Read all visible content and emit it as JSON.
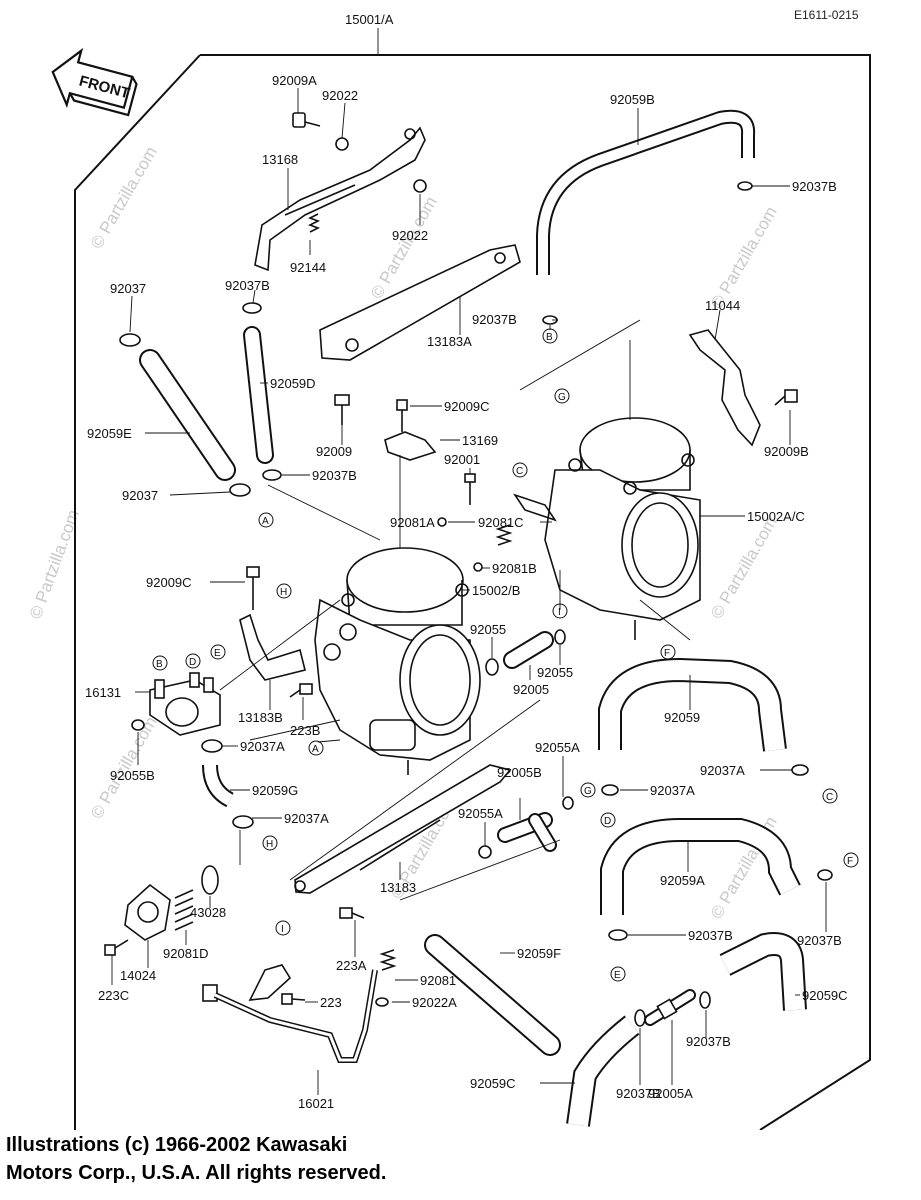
{
  "drawing_code": "E1611-0215",
  "assembly_label": "15001/A",
  "front_label": "FRONT",
  "watermark": "© Partzilla.com",
  "copyright": {
    "line1": "Illustrations (c) 1966-2002 Kawasaki",
    "line2": "Motors Corp., U.S.A.  All rights reserved."
  },
  "labels": [
    {
      "id": "92009A",
      "text": "92009A"
    },
    {
      "id": "92022a",
      "text": "92022"
    },
    {
      "id": "13168",
      "text": "13168"
    },
    {
      "id": "92022b",
      "text": "92022"
    },
    {
      "id": "92144",
      "text": "92144"
    },
    {
      "id": "92059B",
      "text": "92059B"
    },
    {
      "id": "92037B_tr",
      "text": "92037B"
    },
    {
      "id": "92037",
      "text": "92037"
    },
    {
      "id": "92037B_a",
      "text": "92037B"
    },
    {
      "id": "92037B_b",
      "text": "92037B"
    },
    {
      "id": "13183A",
      "text": "13183A"
    },
    {
      "id": "11044",
      "text": "11044"
    },
    {
      "id": "92059D",
      "text": "92059D"
    },
    {
      "id": "92059E",
      "text": "92059E"
    },
    {
      "id": "92009",
      "text": "92009"
    },
    {
      "id": "92009C_top",
      "text": "92009C"
    },
    {
      "id": "13169",
      "text": "13169"
    },
    {
      "id": "92009B",
      "text": "92009B"
    },
    {
      "id": "92001",
      "text": "92001"
    },
    {
      "id": "92037B_c",
      "text": "92037B"
    },
    {
      "id": "92037_b",
      "text": "92037"
    },
    {
      "id": "92081A",
      "text": "92081A"
    },
    {
      "id": "92081C",
      "text": "92081C"
    },
    {
      "id": "15002AC",
      "text": "15002A/C"
    },
    {
      "id": "92081B",
      "text": "92081B"
    },
    {
      "id": "15002B",
      "text": "15002/B"
    },
    {
      "id": "92009C_l",
      "text": "92009C"
    },
    {
      "id": "92055a",
      "text": "92055"
    },
    {
      "id": "92055b",
      "text": "92055"
    },
    {
      "id": "92005",
      "text": "92005"
    },
    {
      "id": "16131",
      "text": "16131"
    },
    {
      "id": "13183B",
      "text": "13183B"
    },
    {
      "id": "223B",
      "text": "223B"
    },
    {
      "id": "92059",
      "text": "92059"
    },
    {
      "id": "92037A_a",
      "text": "92037A"
    },
    {
      "id": "92055B",
      "text": "92055B"
    },
    {
      "id": "92059G",
      "text": "92059G"
    },
    {
      "id": "92055A_a",
      "text": "92055A"
    },
    {
      "id": "92005B",
      "text": "92005B"
    },
    {
      "id": "92037A_r",
      "text": "92037A"
    },
    {
      "id": "92037A_b",
      "text": "92037A"
    },
    {
      "id": "92037A_c",
      "text": "92037A"
    },
    {
      "id": "92055A_b",
      "text": "92055A"
    },
    {
      "id": "92059A",
      "text": "92059A"
    },
    {
      "id": "13183",
      "text": "13183"
    },
    {
      "id": "43028",
      "text": "43028"
    },
    {
      "id": "92081D",
      "text": "92081D"
    },
    {
      "id": "14024",
      "text": "14024"
    },
    {
      "id": "223C",
      "text": "223C"
    },
    {
      "id": "223A",
      "text": "223A"
    },
    {
      "id": "92081",
      "text": "92081"
    },
    {
      "id": "223",
      "text": "223"
    },
    {
      "id": "92022A",
      "text": "92022A"
    },
    {
      "id": "92059F",
      "text": "92059F"
    },
    {
      "id": "92037B_e",
      "text": "92037B"
    },
    {
      "id": "92037B_f",
      "text": "92037B"
    },
    {
      "id": "92059C_r",
      "text": "92059C"
    },
    {
      "id": "92037B_g",
      "text": "92037B"
    },
    {
      "id": "92005A",
      "text": "92005A"
    },
    {
      "id": "92059C_b",
      "text": "92059C"
    },
    {
      "id": "92037B_h",
      "text": "92037B"
    },
    {
      "id": "16021",
      "text": "16021"
    }
  ],
  "ref_markers": [
    {
      "id": "A1",
      "text": "A"
    },
    {
      "id": "A2",
      "text": "A"
    },
    {
      "id": "B1",
      "text": "B"
    },
    {
      "id": "B2",
      "text": "B"
    },
    {
      "id": "C1",
      "text": "C"
    },
    {
      "id": "C2",
      "text": "C"
    },
    {
      "id": "D1",
      "text": "D"
    },
    {
      "id": "D2",
      "text": "D"
    },
    {
      "id": "E1",
      "text": "E"
    },
    {
      "id": "E2",
      "text": "E"
    },
    {
      "id": "F1",
      "text": "F"
    },
    {
      "id": "F2",
      "text": "F"
    },
    {
      "id": "G1",
      "text": "G"
    },
    {
      "id": "G2",
      "text": "G"
    },
    {
      "id": "H1",
      "text": "H"
    },
    {
      "id": "H2",
      "text": "H"
    },
    {
      "id": "I1",
      "text": "I"
    },
    {
      "id": "I2",
      "text": "I"
    }
  ]
}
